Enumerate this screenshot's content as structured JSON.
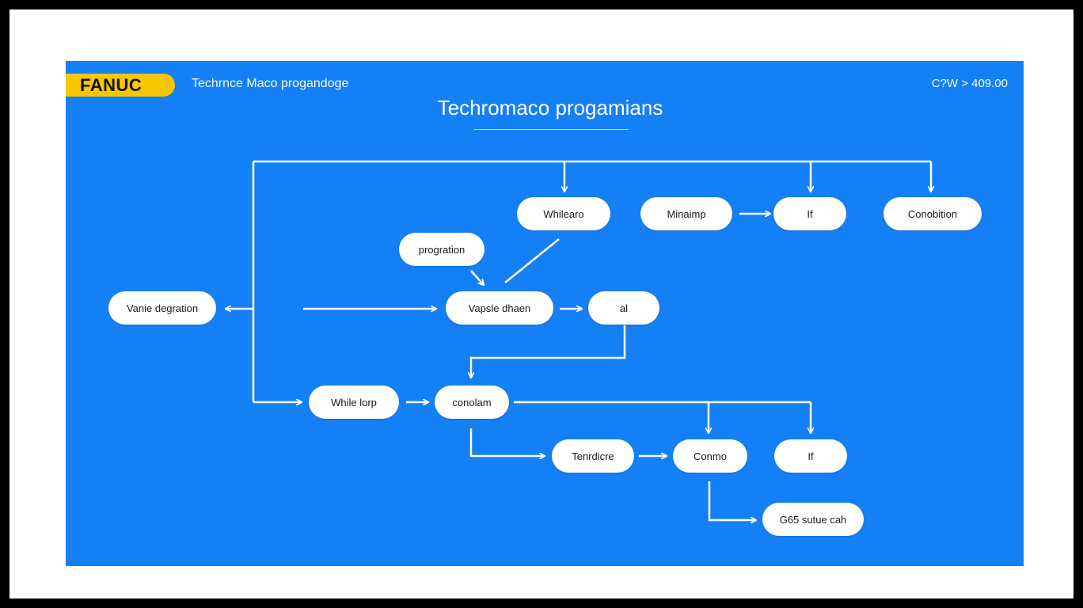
{
  "header": {
    "logo": "FANUC",
    "app_title": "Techrnce Maco progandoge",
    "right_text": "C?W > 409.00"
  },
  "diagram": {
    "title": "Techromaco progamians",
    "nodes": {
      "while_top": "Whilearo",
      "minaimp": "Minaimp",
      "if_top": "If",
      "condition": "Conobition",
      "programation": "progration",
      "variable_declaration": "Vanie degration",
      "variable_change": "Vapsle dhaen",
      "at": "al",
      "while_loop": "While lorp",
      "condition_mid": "conolam",
      "termination": "Tenrdicre",
      "control": "Conmo",
      "if_bottom": "If",
      "g65_call": "G65 sutue cah"
    }
  },
  "colors": {
    "background": "#1580f5",
    "node_fill": "#ffffff",
    "logo": "#f7c600",
    "line": "#ffffff"
  }
}
